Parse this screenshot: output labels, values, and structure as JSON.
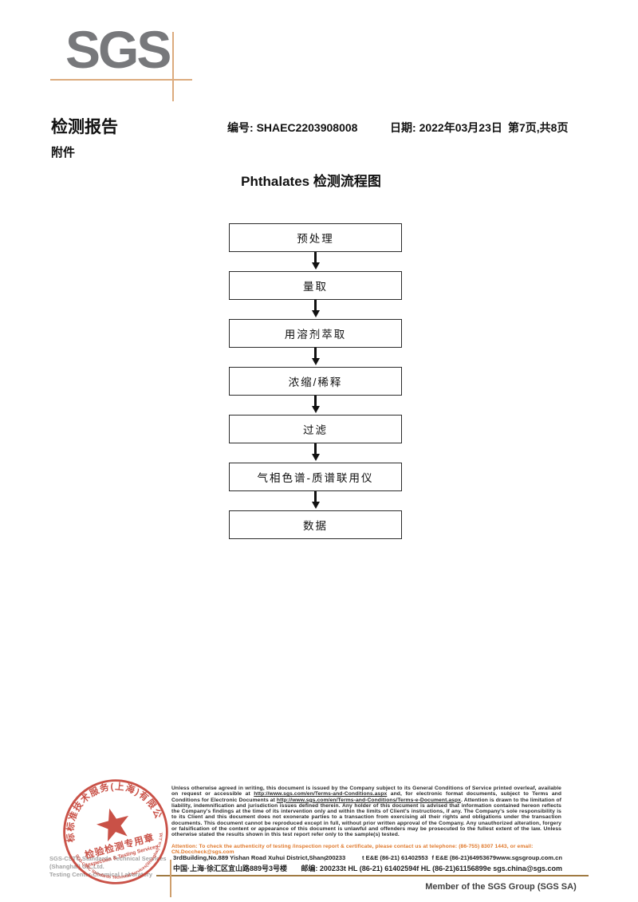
{
  "header": {
    "logo": "SGS",
    "report_title": "检测报告",
    "report_no_label": "编号:",
    "report_no": "SHAEC2203908008",
    "date_label": "日期:",
    "date_value": "2022年03月23日",
    "page_info": "第7页,共8页",
    "attachment_label": "附件"
  },
  "flowchart": {
    "title": "Phthalates 检测流程图",
    "steps": [
      "预处理",
      "量取",
      "用溶剂萃取",
      "浓缩/稀释",
      "过滤",
      "气相色谱-质谱联用仪",
      "数据"
    ]
  },
  "stamp": {
    "ring_text_top": "通标标准技术服务(上海)有限公司",
    "ring_text_bottom": "SGS-CSTC Standards Technical Services(Shanghai) Co.,Ltd.",
    "center_line1": "检验检测专用章",
    "center_line2": "Inspection & Testing Services",
    "company_line1": "SGS-CSTC Standards Technical Services (Shanghai) Co.,Ltd.",
    "company_line2": "Testing Center-Chemical Laboratory"
  },
  "footer": {
    "disclaimer": {
      "part1": "Unless otherwise agreed in writing, this document is issued by the Company subject to its General Conditions of Service printed overleaf, available on request or accessible at ",
      "link1": "http://www.sgs.com/en/Terms-and-Conditions.aspx",
      "part2": " and, for electronic format documents, subject to Terms and Conditions for Electronic Documents at ",
      "link2": "http://www.sgs.com/en/Terms-and-Conditions/Terms-e-Document.aspx",
      "part3": ". Attention is drawn to the limitation of liability, indemnification and jurisdiction issues defined therein. Any holder of this document is advised that information contained hereon reflects the Company's findings at the time of its intervention only and within the limits of Client's instructions, if any. The Company's sole responsibility is to its Client and this document does not exonerate parties to a transaction from exercising all their rights and obligations under the transaction documents. This document cannot be reproduced except in full, without prior written approval of the Company. Any unauthorized alteration, forgery or falsification of the content or appearance of this document is unlawful and offenders may be prosecuted to the fullest extent of the law. Unless otherwise stated the results shown in this test report refer only to the sample(s) tested."
    },
    "attention": "Attention: To check the authenticity of testing /inspection report & certificate, please contact us at telephone: (86-755) 8307 1443, or email: CN.Doccheck@sgs.com",
    "address": {
      "en_address": "3rdBuilding,No.889 Yishan Road Xuhui District,Shanghai China",
      "en_postcode": "200233",
      "en_tel": "t E&E (86-21) 61402553",
      "en_fax": "f E&E (86-21)64953679",
      "website": "www.sgsgroup.com.cn",
      "cn_address": "中国·上海·徐汇区宜山路889号3号楼",
      "cn_postcode": "邮编: 200233",
      "cn_tel": "t HL (86-21) 61402594",
      "cn_fax": "f HL (86-21)61156899",
      "email": "e sgs.china@sgs.com"
    },
    "member": "Member of the SGS Group (SGS SA)"
  },
  "colors": {
    "logo_gray": "#77787b",
    "brand_tan": "#dcab7e",
    "rule_brown": "#a07a42",
    "attention_orange": "#e0782a",
    "stamp_red": "#c23a2e"
  }
}
